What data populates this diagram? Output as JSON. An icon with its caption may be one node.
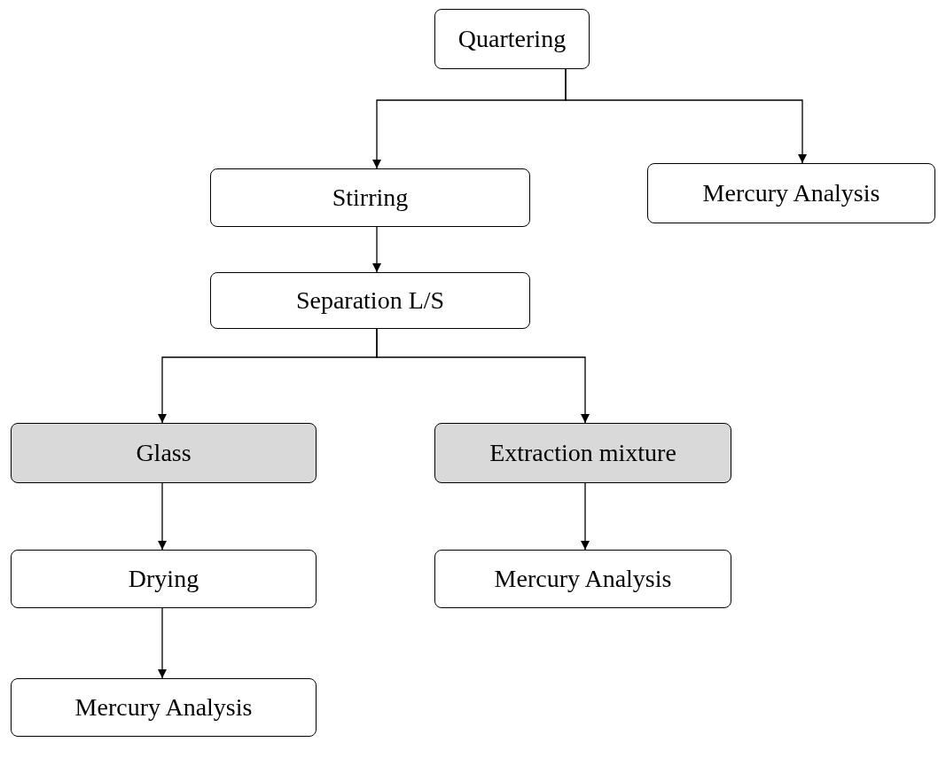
{
  "diagram": {
    "nodes": [
      {
        "text": [
          "Quartering"
        ]
      },
      {
        "text": [
          "Stirring"
        ]
      },
      {
        "text": [
          "Mercury Analysis"
        ]
      },
      {
        "text": [
          "Separation L/S"
        ]
      },
      {
        "text": [
          "Glass"
        ]
      },
      {
        "text": [
          "Extraction mixture"
        ]
      },
      {
        "text": [
          "Drying"
        ]
      },
      {
        "text": [
          "Mercury Analysis"
        ]
      },
      {
        "text": [
          "Mercury Analysis"
        ]
      }
    ],
    "edges": [
      {
        "from": 0,
        "to": 1,
        "arrow": "to"
      },
      {
        "from": 0,
        "to": 2,
        "arrow": "to"
      },
      {
        "from": 1,
        "to": 3,
        "arrow": "to"
      },
      {
        "from": 3,
        "to": 4,
        "arrow": "to"
      },
      {
        "from": 3,
        "to": 5,
        "arrow": "to"
      },
      {
        "from": 4,
        "to": 6,
        "arrow": "to"
      },
      {
        "from": 5,
        "to": 7,
        "arrow": "to"
      },
      {
        "from": 6,
        "to": 8,
        "arrow": "to"
      }
    ]
  }
}
